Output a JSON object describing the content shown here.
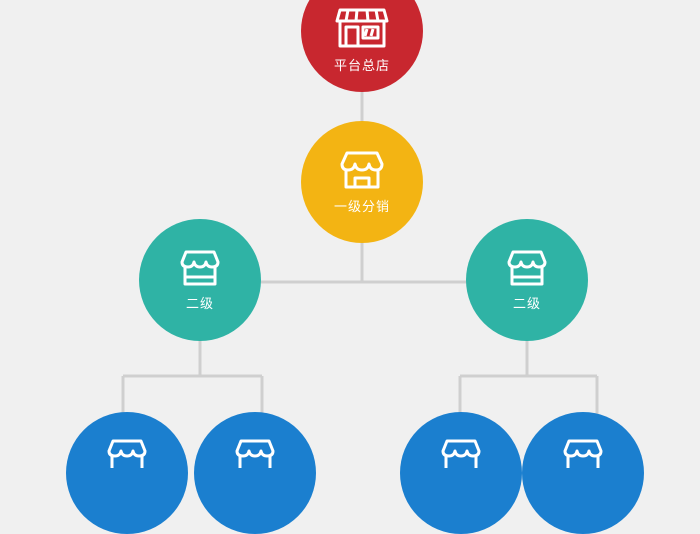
{
  "colors": {
    "background": "#f0f0f0",
    "connector": "#cfcfcf",
    "root": "#c8272f",
    "level1": "#f3b413",
    "level2": "#2fb3a5",
    "level3": "#1b7fcf"
  },
  "nodes": {
    "root": {
      "label": "平台总店",
      "icon": "storefront-icon"
    },
    "level1": {
      "label": "一级分销",
      "icon": "shop-awning-icon"
    },
    "level2_left": {
      "label": "二级",
      "icon": "shop-awning-icon"
    },
    "level2_right": {
      "label": "二级",
      "icon": "shop-awning-icon"
    },
    "level3": [
      {
        "label": "",
        "icon": "shop-awning-icon"
      },
      {
        "label": "",
        "icon": "shop-awning-icon"
      },
      {
        "label": "",
        "icon": "shop-awning-icon"
      },
      {
        "label": "",
        "icon": "shop-awning-icon"
      }
    ]
  }
}
